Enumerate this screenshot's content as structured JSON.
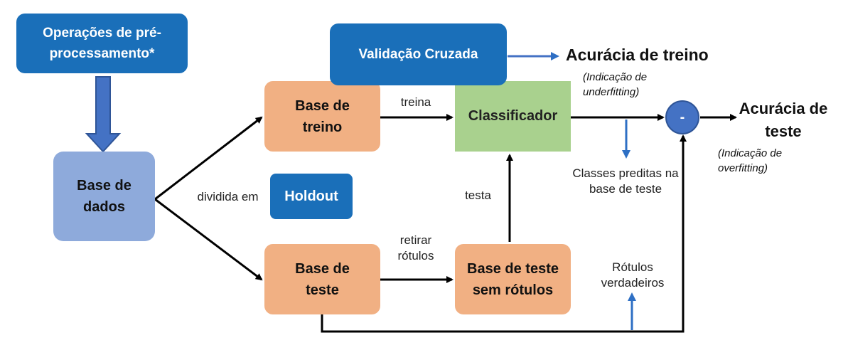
{
  "nodes": {
    "preprocessing": "Operações de pré-processamento*",
    "cross_validation": "Validação Cruzada",
    "database": "Base de dados",
    "train_set": "Base de treino",
    "test_set": "Base de teste",
    "classifier": "Classificador",
    "holdout": "Holdout",
    "test_no_labels": "Base de teste sem rótulos",
    "minus": "-"
  },
  "labels": {
    "train_accuracy": "Acurácia de treino",
    "underfitting_note": "(Indicação de underfitting)",
    "test_accuracy": "Acurácia de teste",
    "overfitting_note": "(Indicação de overfitting)",
    "trains": "treina",
    "tests": "testa",
    "split_into": "dividida em",
    "remove_labels": "retirar rótulos",
    "predicted_classes": "Classes preditas na base de teste",
    "true_labels": "Rótulos verdadeiros"
  },
  "colors": {
    "dark_blue": "#1a6fb9",
    "light_blue": "#8eaadb",
    "orange": "#f1b083",
    "green": "#a9d18e",
    "arrow_blue": "#4472c4"
  }
}
